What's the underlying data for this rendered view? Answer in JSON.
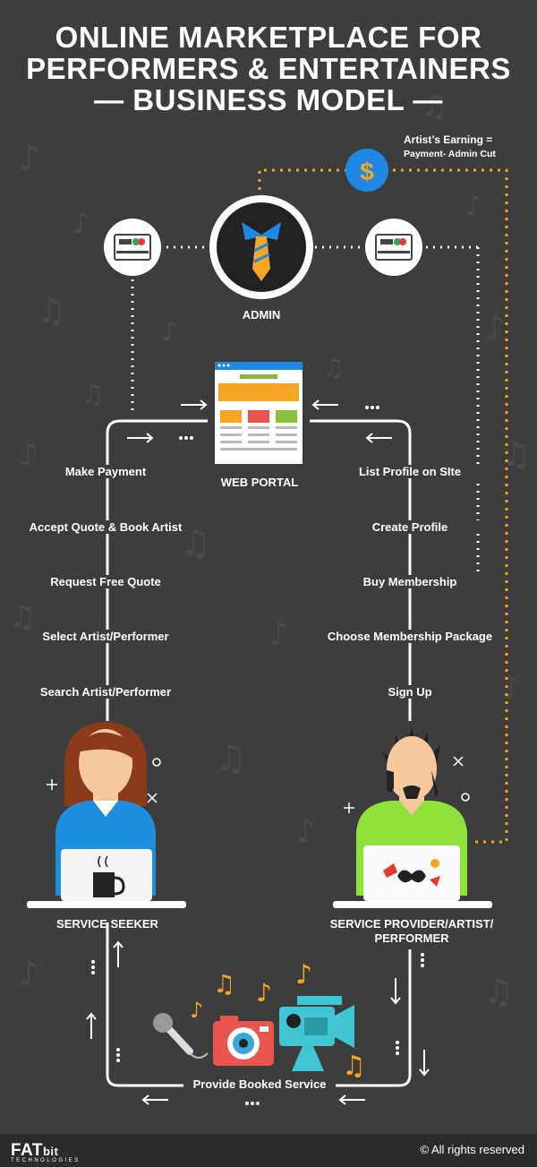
{
  "title": {
    "line1": "ONLINE MARKETPLACE FOR",
    "line2": "PERFORMERS & ENTERTAINERS",
    "line3": "— BUSINESS MODEL —"
  },
  "earning": {
    "line1": "Artist’s Earning =",
    "line2": "Payment- Admin Cut"
  },
  "nodes": {
    "admin": "ADMIN",
    "web_portal": "WEB PORTAL",
    "seeker": "SERVICE SEEKER",
    "provider_line1": "SERVICE PROVIDER/ARTIST/",
    "provider_line2": "PERFORMER"
  },
  "seeker_steps": [
    "Make Payment",
    "Accept Quote & Book Artist",
    "Request Free Quote",
    "Select Artist/Performer",
    "Search Artist/Performer"
  ],
  "provider_steps": [
    "List Profile on SIte",
    "Create Profile",
    "Buy Membership",
    "Choose Membership Package",
    "Sign Up"
  ],
  "bottom": "Provide Booked Service",
  "footer": {
    "logo_fat": "FAT",
    "logo_bit": "bit",
    "logo_sub": "TECHNOLOGIES",
    "copyright": "© All rights reserved"
  },
  "colors": {
    "background": "#3d3d3d",
    "accent_orange": "#f5a623",
    "accent_blue": "#1e88e5",
    "seeker_shirt": "#1e8fdc",
    "provider_shirt": "#8ee23a"
  },
  "icons": [
    "dollar-icon",
    "admin-tie-icon",
    "payment-card-icon",
    "web-portal-icon",
    "coffee-mug-icon",
    "mustache-icon",
    "microphone-icon",
    "camera-icon",
    "video-camera-icon",
    "music-note-icon"
  ]
}
